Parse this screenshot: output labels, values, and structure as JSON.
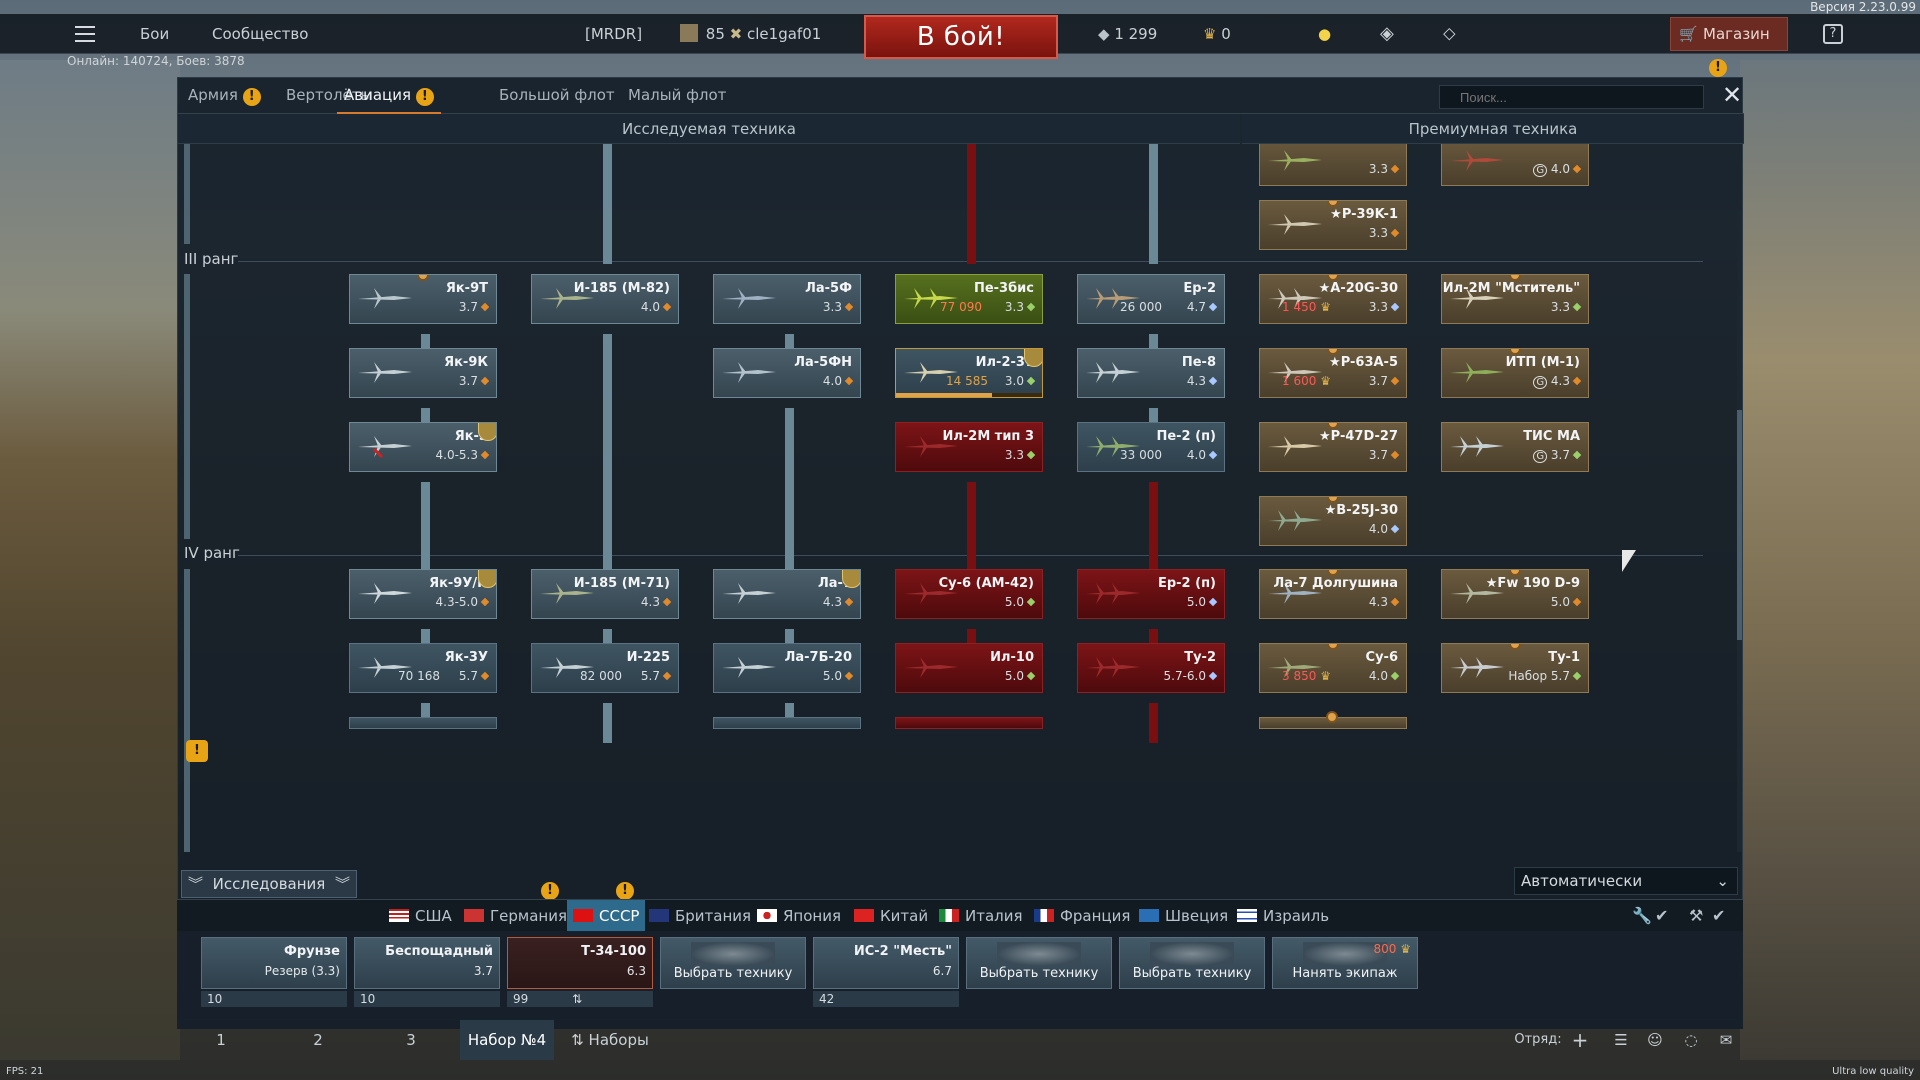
{
  "header": {
    "version": "Версия 2.23.0.99",
    "nav": [
      "Бои",
      "Сообщество"
    ],
    "squadron_tag": "[MRDR]",
    "player_level": "85",
    "player_name": "cle1gaf01",
    "battle_button": "В бой!",
    "silver_lions": "1 299",
    "eagles": "0",
    "shop_label": "Магазин",
    "help_label": "?",
    "online_status": "Онлайн: 140724, Боев: 3878"
  },
  "tabs": [
    {
      "label": "Армия",
      "warning": true
    },
    {
      "label": "Вертолёты",
      "warning": false
    },
    {
      "label": "Авиация",
      "warning": true,
      "active": true
    },
    {
      "label": "Большой флот",
      "warning": false
    },
    {
      "label": "Малый флот",
      "warning": false
    }
  ],
  "search": {
    "placeholder": "Поиск..."
  },
  "sections": {
    "researched": "Исследуемая техника",
    "premium": "Премиумная техника"
  },
  "ranks": {
    "r3": "III ранг",
    "r4": "IV ранг"
  },
  "tree": {
    "col1": [
      {
        "name": "Як-9Т",
        "br": "3.7"
      },
      {
        "name": "Як-9К",
        "br": "3.7"
      },
      {
        "name": "Як-3",
        "br": "4.0-5.3"
      },
      {
        "name": "Як-9У/П",
        "br": "4.3-5.0"
      },
      {
        "name": "Як-3У",
        "price": "70 168",
        "br": "5.7"
      }
    ],
    "col2": [
      {
        "name": "И-185 (М-82)",
        "br": "4.0"
      },
      {
        "name": "И-185 (М-71)",
        "br": "4.3"
      },
      {
        "name": "И-225",
        "price": "82 000",
        "br": "5.7"
      }
    ],
    "col3": [
      {
        "name": "Ла-5Ф",
        "br": "3.3"
      },
      {
        "name": "Ла-5ФН",
        "br": "4.0"
      },
      {
        "name": "Ла-7",
        "br": "4.3"
      },
      {
        "name": "Ла-7Б-20",
        "br": "5.0"
      }
    ],
    "col4": [
      {
        "name": "Пе-3бис",
        "price": "77 090",
        "br": "3.3"
      },
      {
        "name": "Ил-2-37",
        "price": "14 585",
        "br": "3.0"
      },
      {
        "name": "Ил-2М тип 3",
        "br": "3.3"
      },
      {
        "name": "Су-6 (АМ-42)",
        "br": "5.0"
      },
      {
        "name": "Ил-10",
        "br": "5.0"
      }
    ],
    "col5": [
      {
        "name": "Ер-2",
        "price": "26 000",
        "br": "4.7"
      },
      {
        "name": "Пе-8",
        "br": "4.3"
      },
      {
        "name": "Пе-2 (п)",
        "price": "33 000",
        "br": "4.0"
      },
      {
        "name": "Ер-2 (п)",
        "br": "5.0"
      },
      {
        "name": "Ту-2",
        "br": "5.7-6.0"
      }
    ]
  },
  "premium": {
    "col1": [
      {
        "name": "",
        "br": "3.3"
      },
      {
        "name": "★P-39K-1",
        "br": "3.3"
      },
      {
        "name": "★A-20G-30",
        "price": "1 450",
        "br": "3.3"
      },
      {
        "name": "★P-63A-5",
        "price": "1 600",
        "br": "3.7"
      },
      {
        "name": "★P-47D-27",
        "br": "3.7"
      },
      {
        "name": "★B-25J-30",
        "br": "4.0"
      },
      {
        "name": "Ла-7 Долгушина",
        "br": "4.3"
      },
      {
        "name": "Су-6",
        "price": "3 850",
        "br": "4.0"
      }
    ],
    "col2": [
      {
        "name": "",
        "br": "4.0"
      },
      {
        "name": "Ил-2М \"Мститель\"",
        "br": "3.3"
      },
      {
        "name": "ИТП (М-1)",
        "br": "4.3"
      },
      {
        "name": "ТИС МА",
        "br": "3.7"
      },
      {
        "name": "★Fw 190 D-9",
        "br": "5.0"
      },
      {
        "name": "Ту-1",
        "price": "Набор",
        "br": "5.7"
      }
    ]
  },
  "bottom": {
    "research_label": "Исследования",
    "auto_select": "Автоматически",
    "nations": [
      "США",
      "Германия",
      "СССР",
      "Британия",
      "Япония",
      "Китай",
      "Италия",
      "Франция",
      "Швеция",
      "Израиль"
    ],
    "active_nation": "СССР",
    "slots": [
      {
        "name": "Фрунзе",
        "br": "Резерв (3.3)",
        "crew": "10"
      },
      {
        "name": "Беспощадный",
        "br": "3.7",
        "crew": "10"
      },
      {
        "name": "Т-34-100",
        "br": "6.3",
        "crew": "99"
      },
      {
        "name": "Выбрать технику"
      },
      {
        "name": "ИС-2 \"Месть\"",
        "br": "6.7",
        "crew": "42"
      },
      {
        "name": "Выбрать технику"
      },
      {
        "name": "Выбрать технику"
      },
      {
        "name": "Нанять экипаж",
        "price": "800"
      }
    ]
  },
  "presets": {
    "items": [
      "1",
      "2",
      "3",
      "Набор №4"
    ],
    "sets_label": "Наборы",
    "squad_label": "Отряд:"
  },
  "footer": {
    "fps": "FPS: 21",
    "quality": "Ultra low quality"
  },
  "colors": {
    "accent": "#d87a2e",
    "battle": "#b1281e",
    "active_nation": "#2e6a8c"
  }
}
